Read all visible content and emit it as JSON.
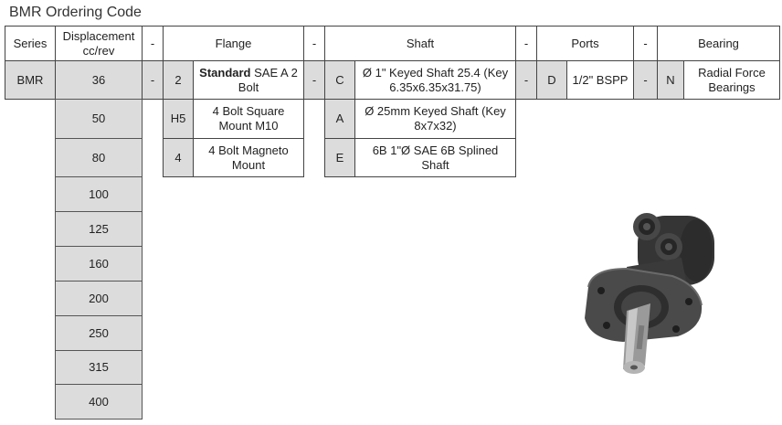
{
  "title": "BMR Ordering Code",
  "headers": {
    "series": "Series",
    "displacement": "Displacement cc/rev",
    "flange": "Flange",
    "shaft": "Shaft",
    "ports": "Ports",
    "bearing": "Bearing",
    "separator": "-"
  },
  "first_row": {
    "series": "BMR",
    "displacement": "36",
    "flange_code": "2",
    "flange_bold": "Standard",
    "flange_rest": " SAE A 2 Bolt",
    "shaft_code": "C",
    "shaft_desc": "Ø 1\" Keyed Shaft 25.4 (Key 6.35x6.35x31.75)",
    "ports_code": "D",
    "ports_desc": "1/2\" BSPP",
    "bearing_code": "N",
    "bearing_desc": "Radial Force Bearings"
  },
  "displacements": [
    "50",
    "80",
    "100",
    "125",
    "160",
    "200",
    "250",
    "315",
    "400"
  ],
  "flange_options": [
    {
      "code": "H5",
      "desc": "4 Bolt Square Mount M10"
    },
    {
      "code": "4",
      "desc": "4 Bolt Magneto Mount"
    }
  ],
  "shaft_options": [
    {
      "code": "A",
      "desc": "Ø 25mm Keyed Shaft (Key 8x7x32)"
    },
    {
      "code": "E",
      "desc": "6B 1\"Ø SAE 6B Splined Shaft"
    }
  ],
  "colors": {
    "code_cell": "#dcdcdc",
    "border": "#444444"
  }
}
